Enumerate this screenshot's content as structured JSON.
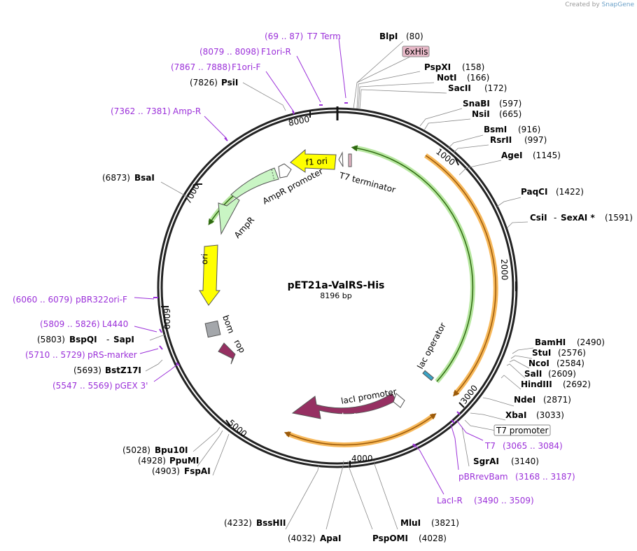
{
  "credit": {
    "prefix": "Created by",
    "brand": "SnapGene"
  },
  "plasmid": {
    "name": "pET21a-ValRS-His",
    "length": "8196 bp"
  },
  "ticks": [
    "1000",
    "2000",
    "3000",
    "4000",
    "5000",
    "6000",
    "7000",
    "8000"
  ],
  "sites": [
    {
      "name": "BlpI",
      "pos": "(80)"
    },
    {
      "name": "PspXI",
      "pos": "(158)"
    },
    {
      "name": "NotI",
      "pos": "(166)"
    },
    {
      "name": "SacII",
      "pos": "(172)"
    },
    {
      "name": "SnaBI",
      "pos": "(597)"
    },
    {
      "name": "NsiI",
      "pos": "(665)"
    },
    {
      "name": "BsmI",
      "pos": "(916)"
    },
    {
      "name": "RsrII",
      "pos": "(997)"
    },
    {
      "name": "AgeI",
      "pos": "(1145)"
    },
    {
      "name": "PaqCI",
      "pos": "(1422)"
    },
    {
      "name": "CsiI",
      "name2": "SexAI *",
      "pos": "(1591)"
    },
    {
      "name": "BamHI",
      "pos": "(2490)"
    },
    {
      "name": "StuI",
      "pos": "(2576)"
    },
    {
      "name": "NcoI",
      "pos": "(2584)"
    },
    {
      "name": "SalI",
      "pos": "(2609)"
    },
    {
      "name": "HindIII",
      "pos": "(2692)"
    },
    {
      "name": "NdeI",
      "pos": "(2871)"
    },
    {
      "name": "XbaI",
      "pos": "(3033)"
    },
    {
      "name": "SgrAI",
      "pos": "(3140)"
    },
    {
      "name": "MluI",
      "pos": "(3821)"
    },
    {
      "name": "PspOMI",
      "pos": "(4028)"
    },
    {
      "name": "ApaI",
      "pos": "(4032)"
    },
    {
      "name": "BssHII",
      "pos": "(4232)"
    },
    {
      "name": "FspAI",
      "pos": "(4903)"
    },
    {
      "name": "PpuMI",
      "pos": "(4928)"
    },
    {
      "name": "Bpu10I",
      "pos": "(5028)"
    },
    {
      "name": "BstZ17I",
      "pos": "(5693)"
    },
    {
      "name": "BspQI",
      "name2": "SapI",
      "pos": "(5803)"
    },
    {
      "name": "BsaI",
      "pos": "(6873)"
    },
    {
      "name": "PsiI",
      "pos": "(7826)"
    }
  ],
  "primers": [
    {
      "name": "T7 Term",
      "range": "(69 .. 87)"
    },
    {
      "name": "F1ori-R",
      "range": "(8079 .. 8098)"
    },
    {
      "name": "F1ori-F",
      "range": "(7867 .. 7888)"
    },
    {
      "name": "Amp-R",
      "range": "(7362 .. 7381)"
    },
    {
      "name": "pBR322ori-F",
      "range": "(6060 .. 6079)"
    },
    {
      "name": "L4440",
      "range": "(5809 .. 5826)"
    },
    {
      "name": "pRS-marker",
      "range": "(5710 .. 5729)"
    },
    {
      "name": "pGEX 3'",
      "range": "(5547 .. 5569)"
    },
    {
      "name": "T7",
      "range": "(3065 .. 3084)"
    },
    {
      "name": "pBRrevBam",
      "range": "(3168 .. 3187)"
    },
    {
      "name": "LacI-R",
      "range": "(3490 .. 3509)"
    }
  ],
  "features": {
    "his_tag": "6xHis",
    "t7_promoter": "T7 promoter",
    "f1_ori": "f1 ori",
    "t7_terminator": "T7 terminator",
    "ampr_promoter": "AmpR promoter",
    "ampr": "AmpR",
    "ori": "ori",
    "bom": "bom",
    "rop": "rop",
    "lac_operator": "lac operator",
    "laci_promoter": "lacI promoter",
    "laci": "lacI"
  },
  "colors": {
    "backbone": "#222222",
    "primer": "#9b30d9",
    "orf_orange": "#f7b85a",
    "orf_green": "#b7e7a0",
    "ampr": "#c9f5c4",
    "ori": "#ffff00",
    "f1_ori": "#ffff00",
    "rop": "#963062",
    "laci": "#963062",
    "bom": "#a4a7ab",
    "his_tag": "#e8b9c8"
  }
}
